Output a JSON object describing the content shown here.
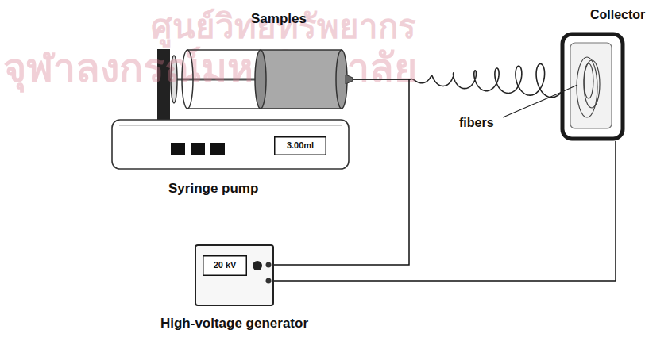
{
  "diagram": {
    "nodes": [
      {
        "text": [
          "Samples"
        ]
      },
      {
        "text": [
          "Collector",
          "fibers"
        ]
      },
      {
        "text": [
          "Syringe pump"
        ]
      },
      {
        "text": [
          "3.00ml"
        ],
        "in": 2
      },
      {
        "text": [
          "High-voltage generator"
        ]
      },
      {
        "text": [
          "20 kV"
        ],
        "in": 4
      }
    ],
    "edges": [
      {
        "from": 4,
        "to": 0,
        "arrow": "none"
      },
      {
        "from": 4,
        "to": 1,
        "arrow": "none"
      }
    ],
    "labels": [
      "ศูนย์วิทยทรัพยากร",
      "จุฬาลงกรณ์มหาวิทยาลัย"
    ]
  }
}
